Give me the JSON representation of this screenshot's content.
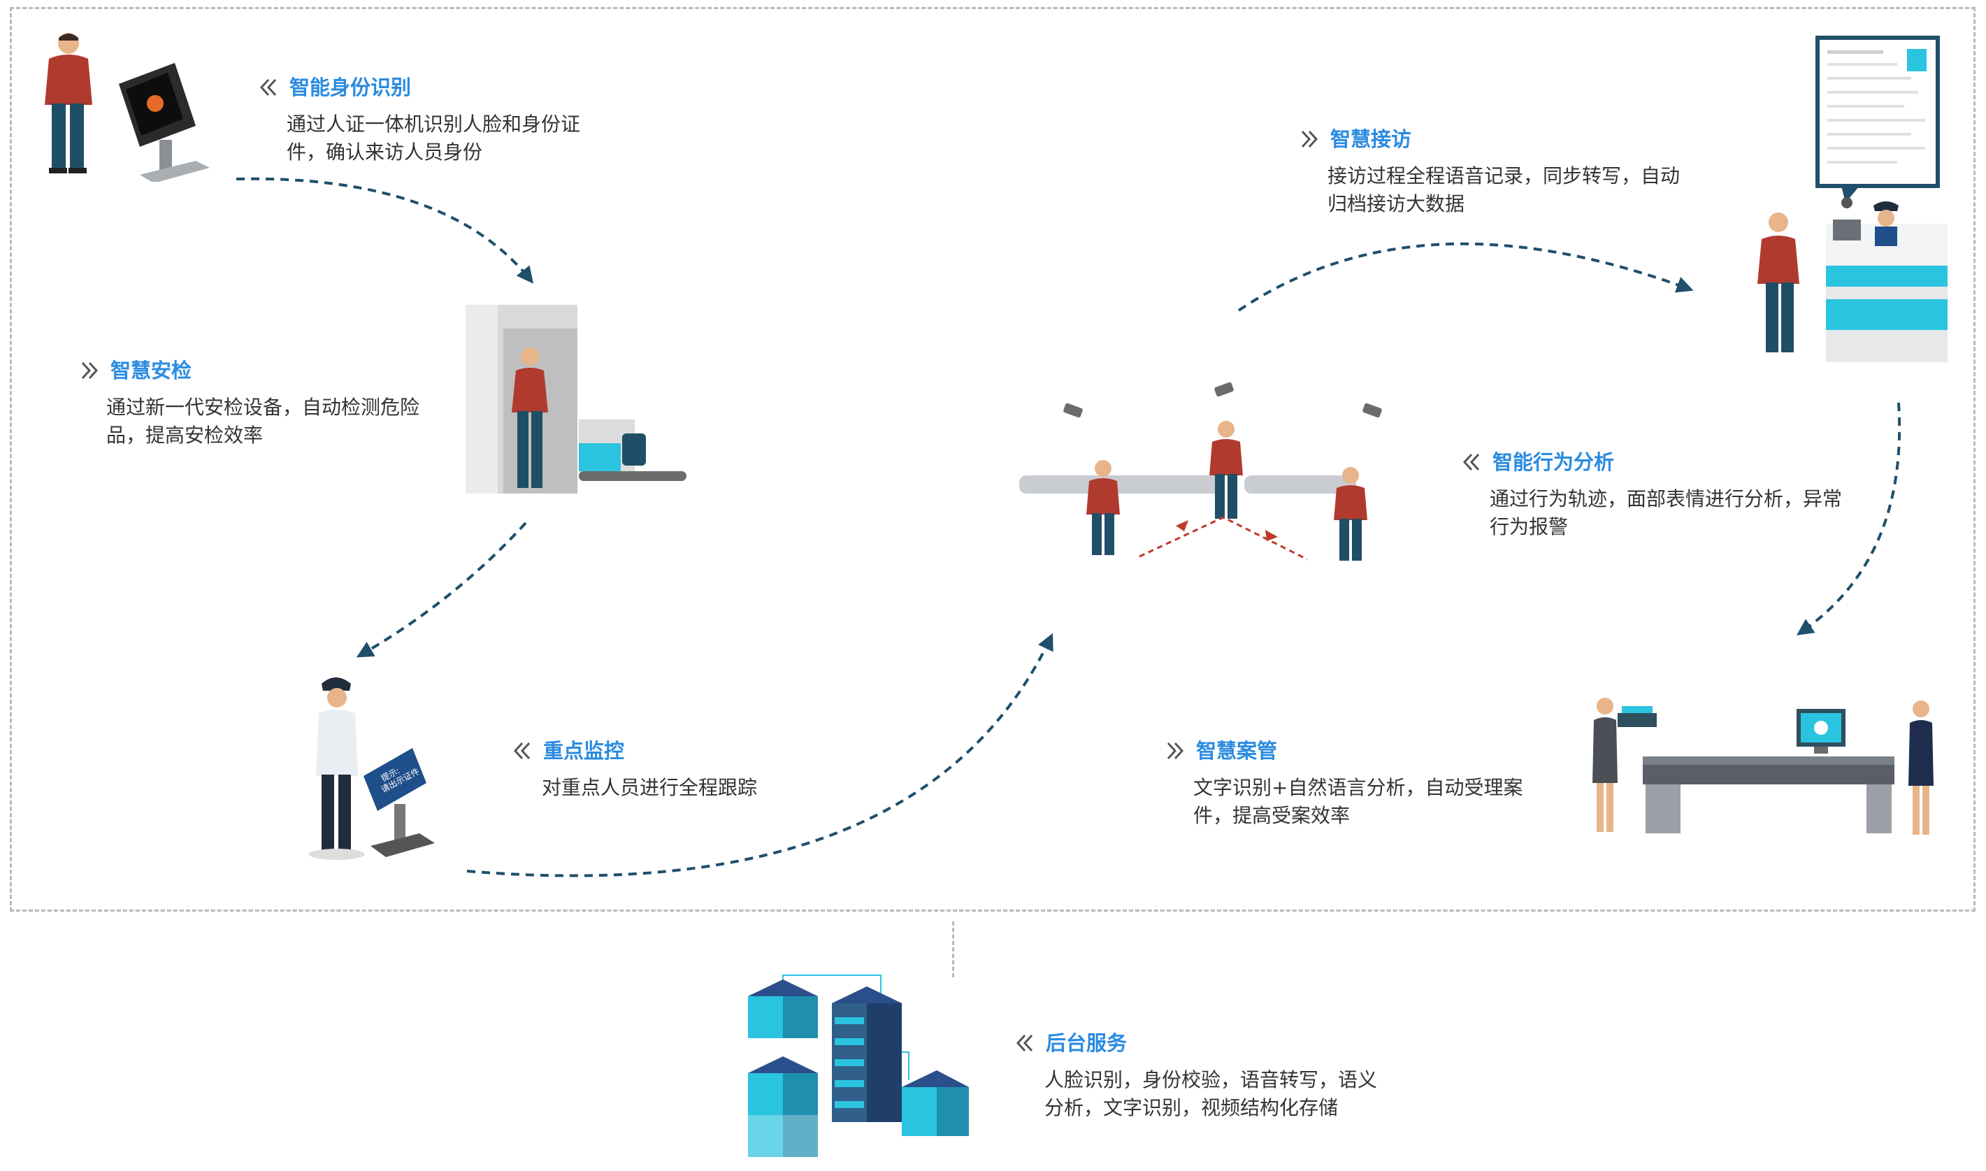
{
  "steps": [
    {
      "id": "identity",
      "title": "智能身份识别",
      "desc": "通过人证一体机识别人脸和身份证件，确认来访人员身份",
      "desc_lines": [
        "通过人证一体机识别人脸和身份证",
        "件，确认来访人员身份"
      ]
    },
    {
      "id": "security",
      "title": "智慧安检",
      "desc_lines": [
        "通过新一代安检设备，自动检测危险",
        "品，提高安检效率"
      ]
    },
    {
      "id": "monitor",
      "title": "重点监控",
      "desc_lines": [
        "对重点人员进行全程跟踪"
      ]
    },
    {
      "id": "behavior",
      "title": "智能行为分析",
      "desc_lines": [
        "通过行为轨迹，面部表情进行分析，异常",
        "行为报警"
      ]
    },
    {
      "id": "reception",
      "title": "智慧接访",
      "desc_lines": [
        "接访过程全程语音记录，同步转写，自动",
        "归档接访大数据"
      ]
    },
    {
      "id": "case",
      "title": "智慧案管",
      "desc_lines": [
        "文字识别+自然语言分析，自动受理案",
        "件，提高受案效率"
      ]
    },
    {
      "id": "backend",
      "title": "后台服务",
      "desc_lines": [
        "人脸识别，身份校验，语音转写，语义",
        "分析，文字识别，视频结构化存储"
      ]
    }
  ],
  "kiosk_sign": [
    "提示:",
    "请出示证件"
  ],
  "colors": {
    "accent": "#2a8be0",
    "flow": "#1f4f6b",
    "person_shirt": "#b03a2e",
    "person_pants": "#1f4f66",
    "cyan": "#2ac3e0",
    "border": "#b9b9b9"
  }
}
